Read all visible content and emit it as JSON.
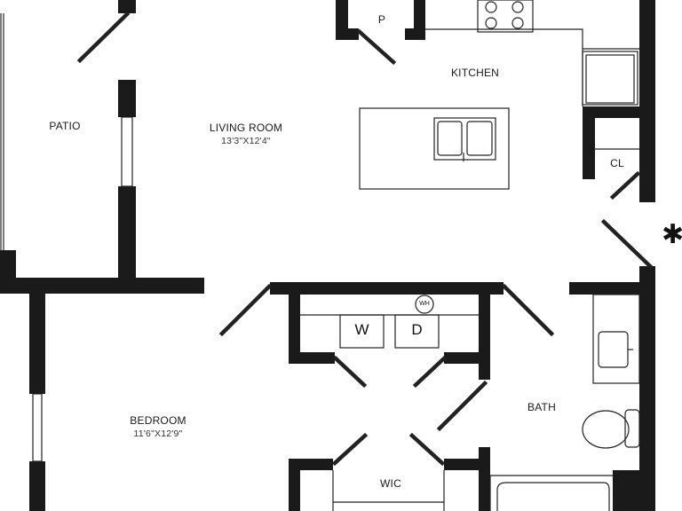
{
  "rooms": {
    "patio": {
      "name": "PATIO"
    },
    "living_room": {
      "name": "LIVING ROOM",
      "dimensions": "13'3\"X12'4\""
    },
    "kitchen": {
      "name": "KITCHEN"
    },
    "pantry": {
      "name": "P"
    },
    "closet": {
      "name": "CL"
    },
    "bedroom": {
      "name": "BEDROOM",
      "dimensions": "11'6\"X12'9\""
    },
    "bath": {
      "name": "BATH"
    },
    "walk_in_closet": {
      "name": "WIC"
    }
  },
  "fixtures": {
    "washer": "W",
    "dryer": "D",
    "water_heater": "WH"
  },
  "marks": {
    "entry_symbol": "✱"
  },
  "colors": {
    "wall": "#1a1a1a",
    "line": "#222222",
    "background": "#ffffff"
  }
}
